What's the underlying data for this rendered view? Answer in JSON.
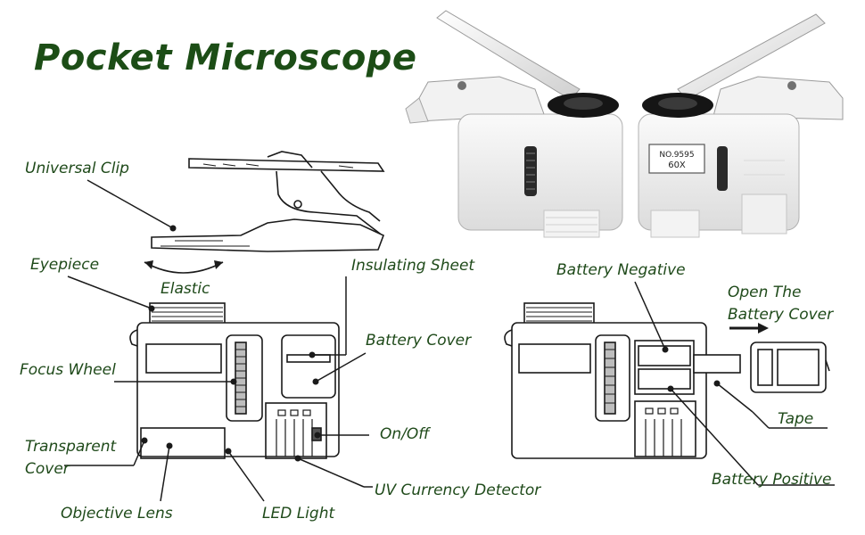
{
  "title": "Pocket Microscope",
  "photo": {
    "model_text": "NO.9595",
    "zoom_text": "60X"
  },
  "labels": {
    "universal_clip": "Universal Clip",
    "eyepiece": "Eyepiece",
    "elastic": "Elastic",
    "insulating_sheet": "Insulating Sheet",
    "battery_cover": "Battery Cover",
    "focus_wheel": "Focus Wheel",
    "on_off": "On/Off",
    "transparent_cover_1": "Transparent",
    "transparent_cover_2": "Cover",
    "objective_lens": "Objective Lens",
    "led_light": "LED Light",
    "uv_currency_detector": "UV Currency Detector",
    "battery_negative": "Battery Negative",
    "open_cover_1": "Open The",
    "open_cover_2": "Battery Cover",
    "tape": "Tape",
    "battery_positive": "Battery Positive"
  },
  "colors": {
    "title": "#1c4d16",
    "label": "#1f4a1a",
    "line": "#1a1a1a"
  }
}
